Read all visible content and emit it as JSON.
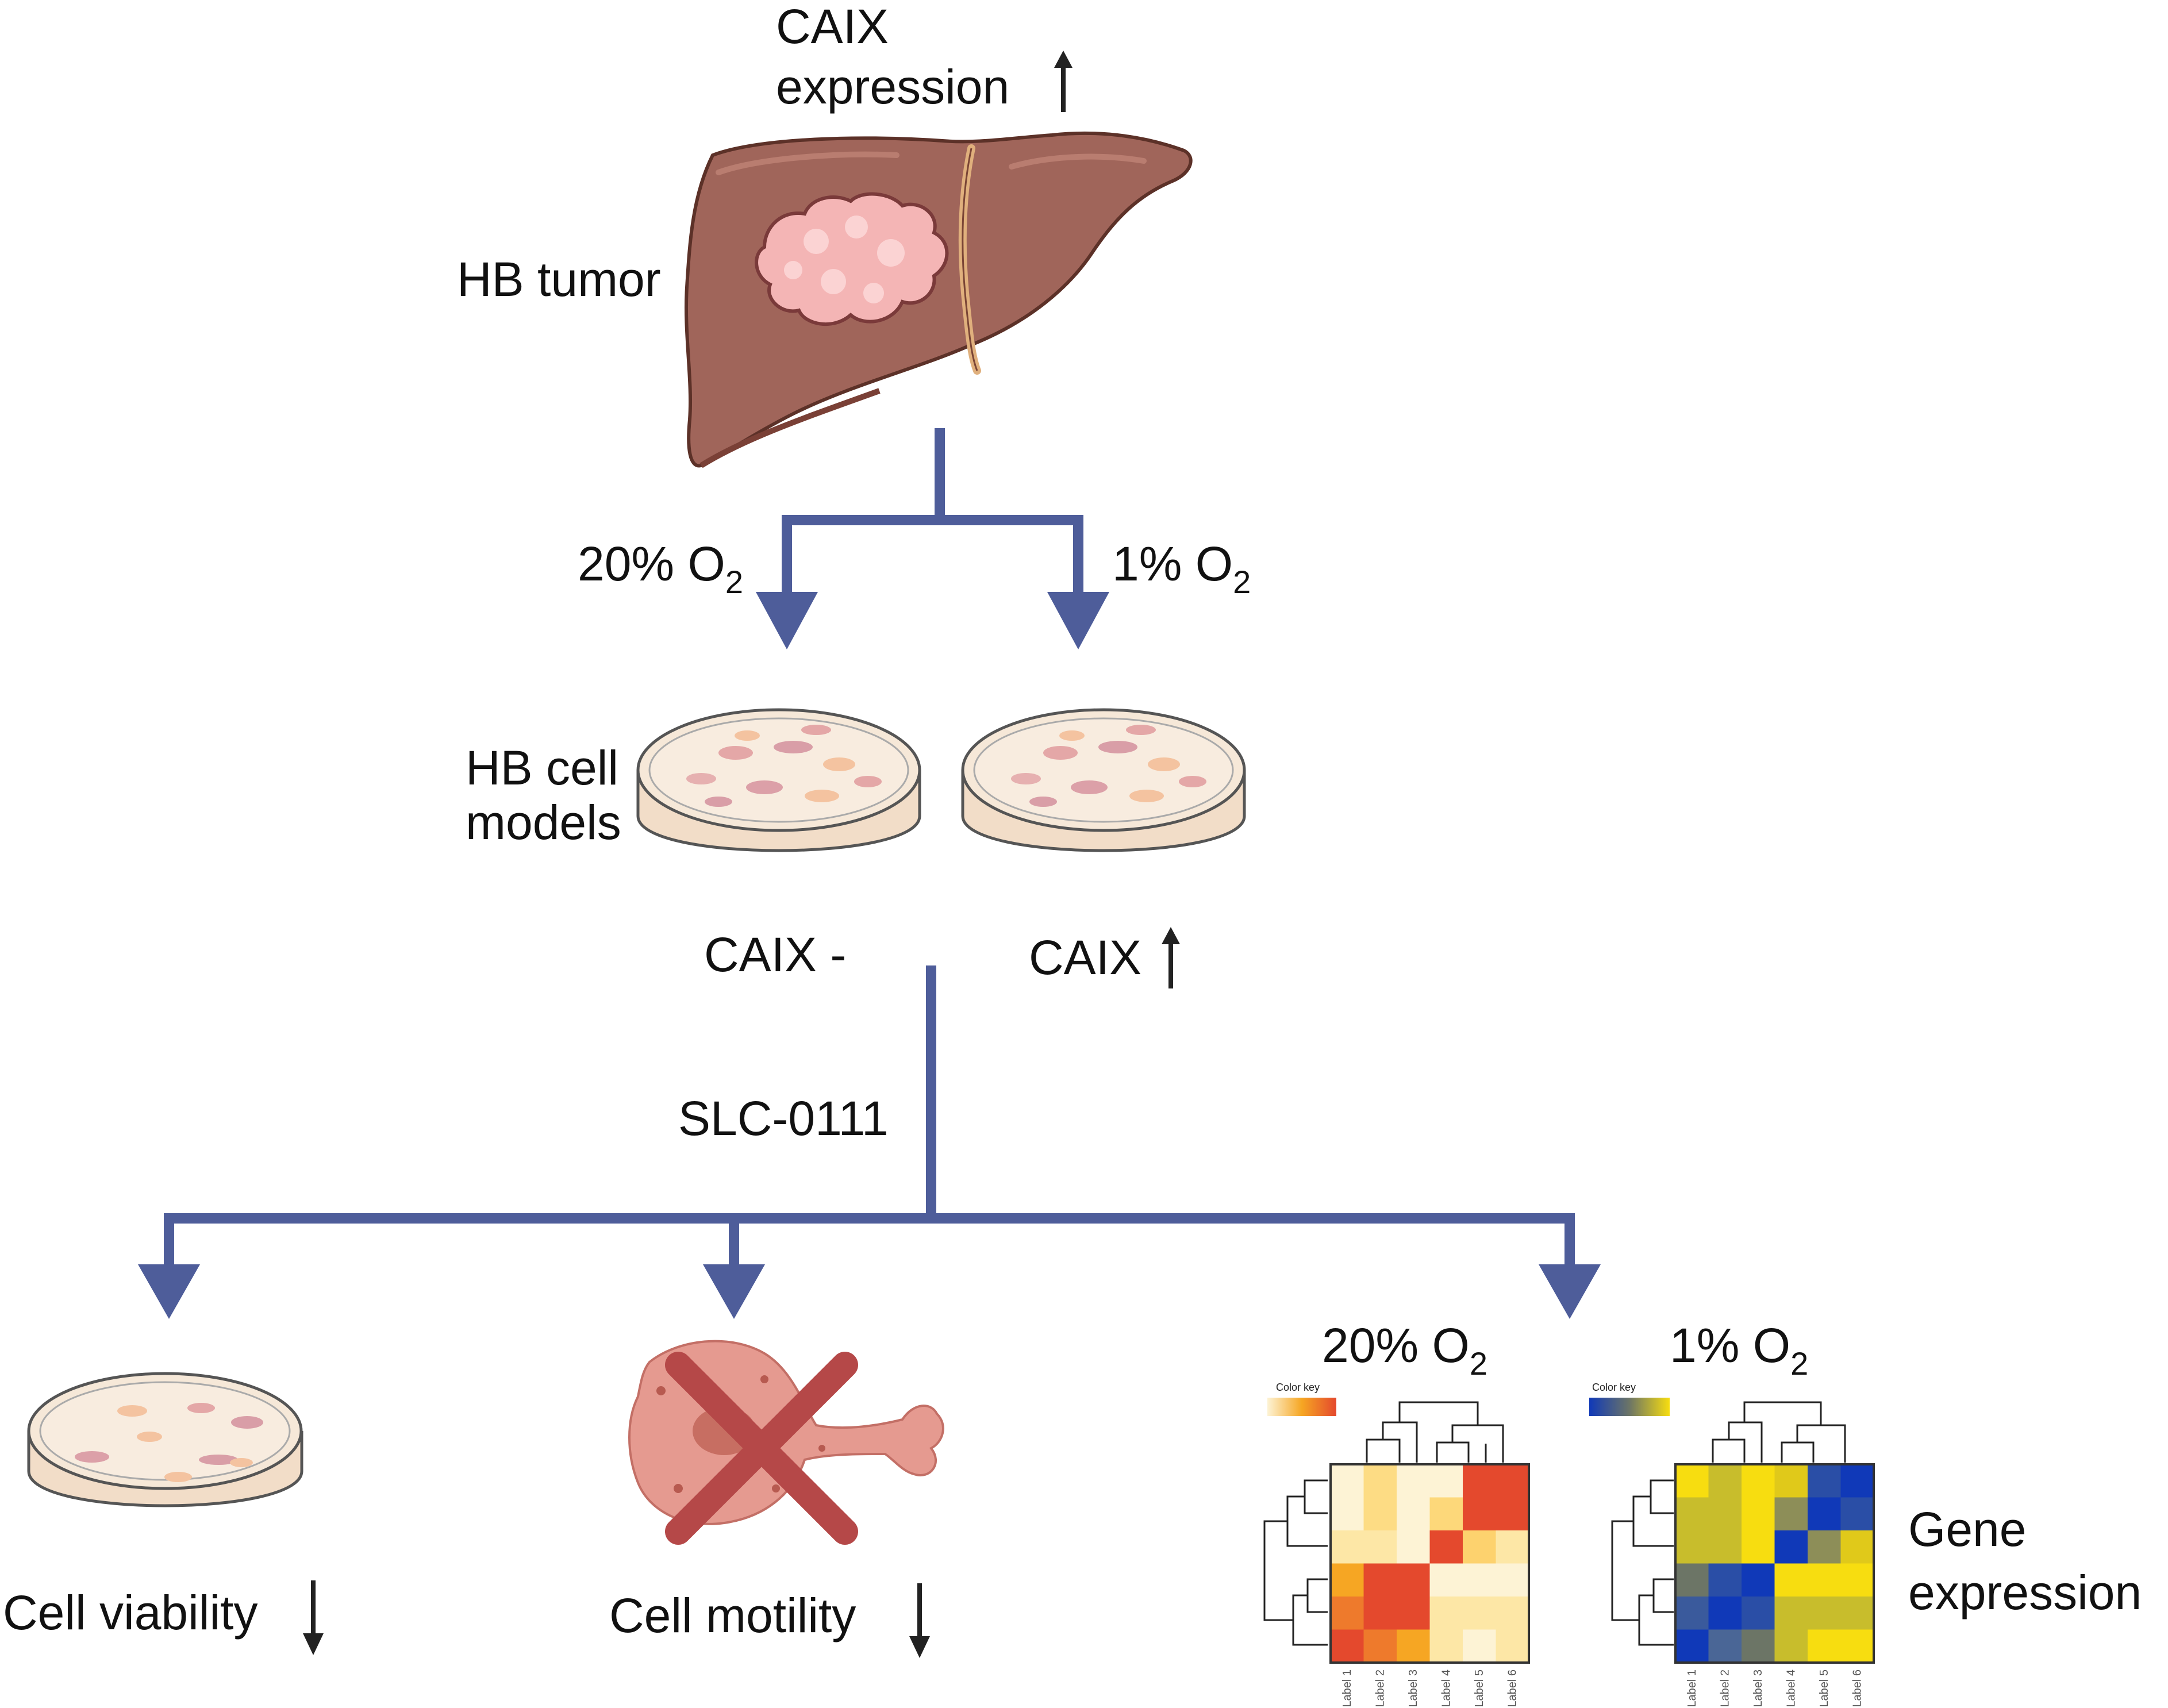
{
  "labels": {
    "caix_line1": "CAIX",
    "caix_line2": "expression",
    "hb_tumor": "HB tumor",
    "o2_20": "20% O",
    "o2_1": "1% O",
    "o2_sub": "2",
    "hb_cell_line1": "HB cell",
    "hb_cell_line2": "models",
    "caix_minus": "CAIX -",
    "caix_up": "CAIX",
    "slc": "SLC-0111",
    "cell_viability": "Cell viability",
    "cell_motility": "Cell motility",
    "heat_o2_20": "20% O",
    "heat_o2_1": "1% O",
    "gene_line1": "Gene",
    "gene_line2": "expression",
    "color_key": "Color key"
  },
  "heatmap_labels": [
    "Label 1",
    "Label 2",
    "Label 3",
    "Label 4",
    "Label 5",
    "Label 6"
  ],
  "heatmap_20": [
    [
      "#fdf3d5",
      "#fddc84",
      "#fdf3d5",
      "#fdf3d5",
      "#e4492d",
      "#e4492d"
    ],
    [
      "#fdf3d5",
      "#fddc84",
      "#fdf3d5",
      "#fdd87a",
      "#e4492d",
      "#e4492d"
    ],
    [
      "#fde7a6",
      "#fde7a6",
      "#fdf3d5",
      "#e4492d",
      "#fdd26e",
      "#fde7a6"
    ],
    [
      "#f6a623",
      "#e4492d",
      "#e4492d",
      "#fdf3d5",
      "#fdf3d5",
      "#fdf3d5"
    ],
    [
      "#ee7a2c",
      "#e4492d",
      "#e4492d",
      "#fde7a6",
      "#fde7a6",
      "#fde7a6"
    ],
    [
      "#e4492d",
      "#ee7a2c",
      "#f6a623",
      "#fde7a6",
      "#fdf3d5",
      "#fde7a6"
    ]
  ],
  "heatmap_1": [
    [
      "#f7dd10",
      "#c8bd2c",
      "#f7dd10",
      "#e0c91a",
      "#2a4ea6",
      "#1039b8"
    ],
    [
      "#c8bd2c",
      "#c8bd2c",
      "#f7dd10",
      "#8d8e58",
      "#1039b8",
      "#2a4ea6"
    ],
    [
      "#c8bd2c",
      "#c8bd2c",
      "#f7dd10",
      "#1039b8",
      "#8d8e58",
      "#e0c91a"
    ],
    [
      "#6c7566",
      "#2a4ea6",
      "#1039b8",
      "#f7dd10",
      "#f7dd10",
      "#f7dd10"
    ],
    [
      "#3a5a9c",
      "#1039b8",
      "#2a4ea6",
      "#c8bd2c",
      "#c8bd2c",
      "#c8bd2c"
    ],
    [
      "#1039b8",
      "#4a6696",
      "#6c7566",
      "#c8bd2c",
      "#f7dd10",
      "#f7dd10"
    ]
  ],
  "colors": {
    "arrow": "#4e5d9a",
    "liver": "#a0655a",
    "tumor": "#f4b5b5",
    "dish_fill": "#f6e8d8",
    "cross": "#b54848"
  }
}
